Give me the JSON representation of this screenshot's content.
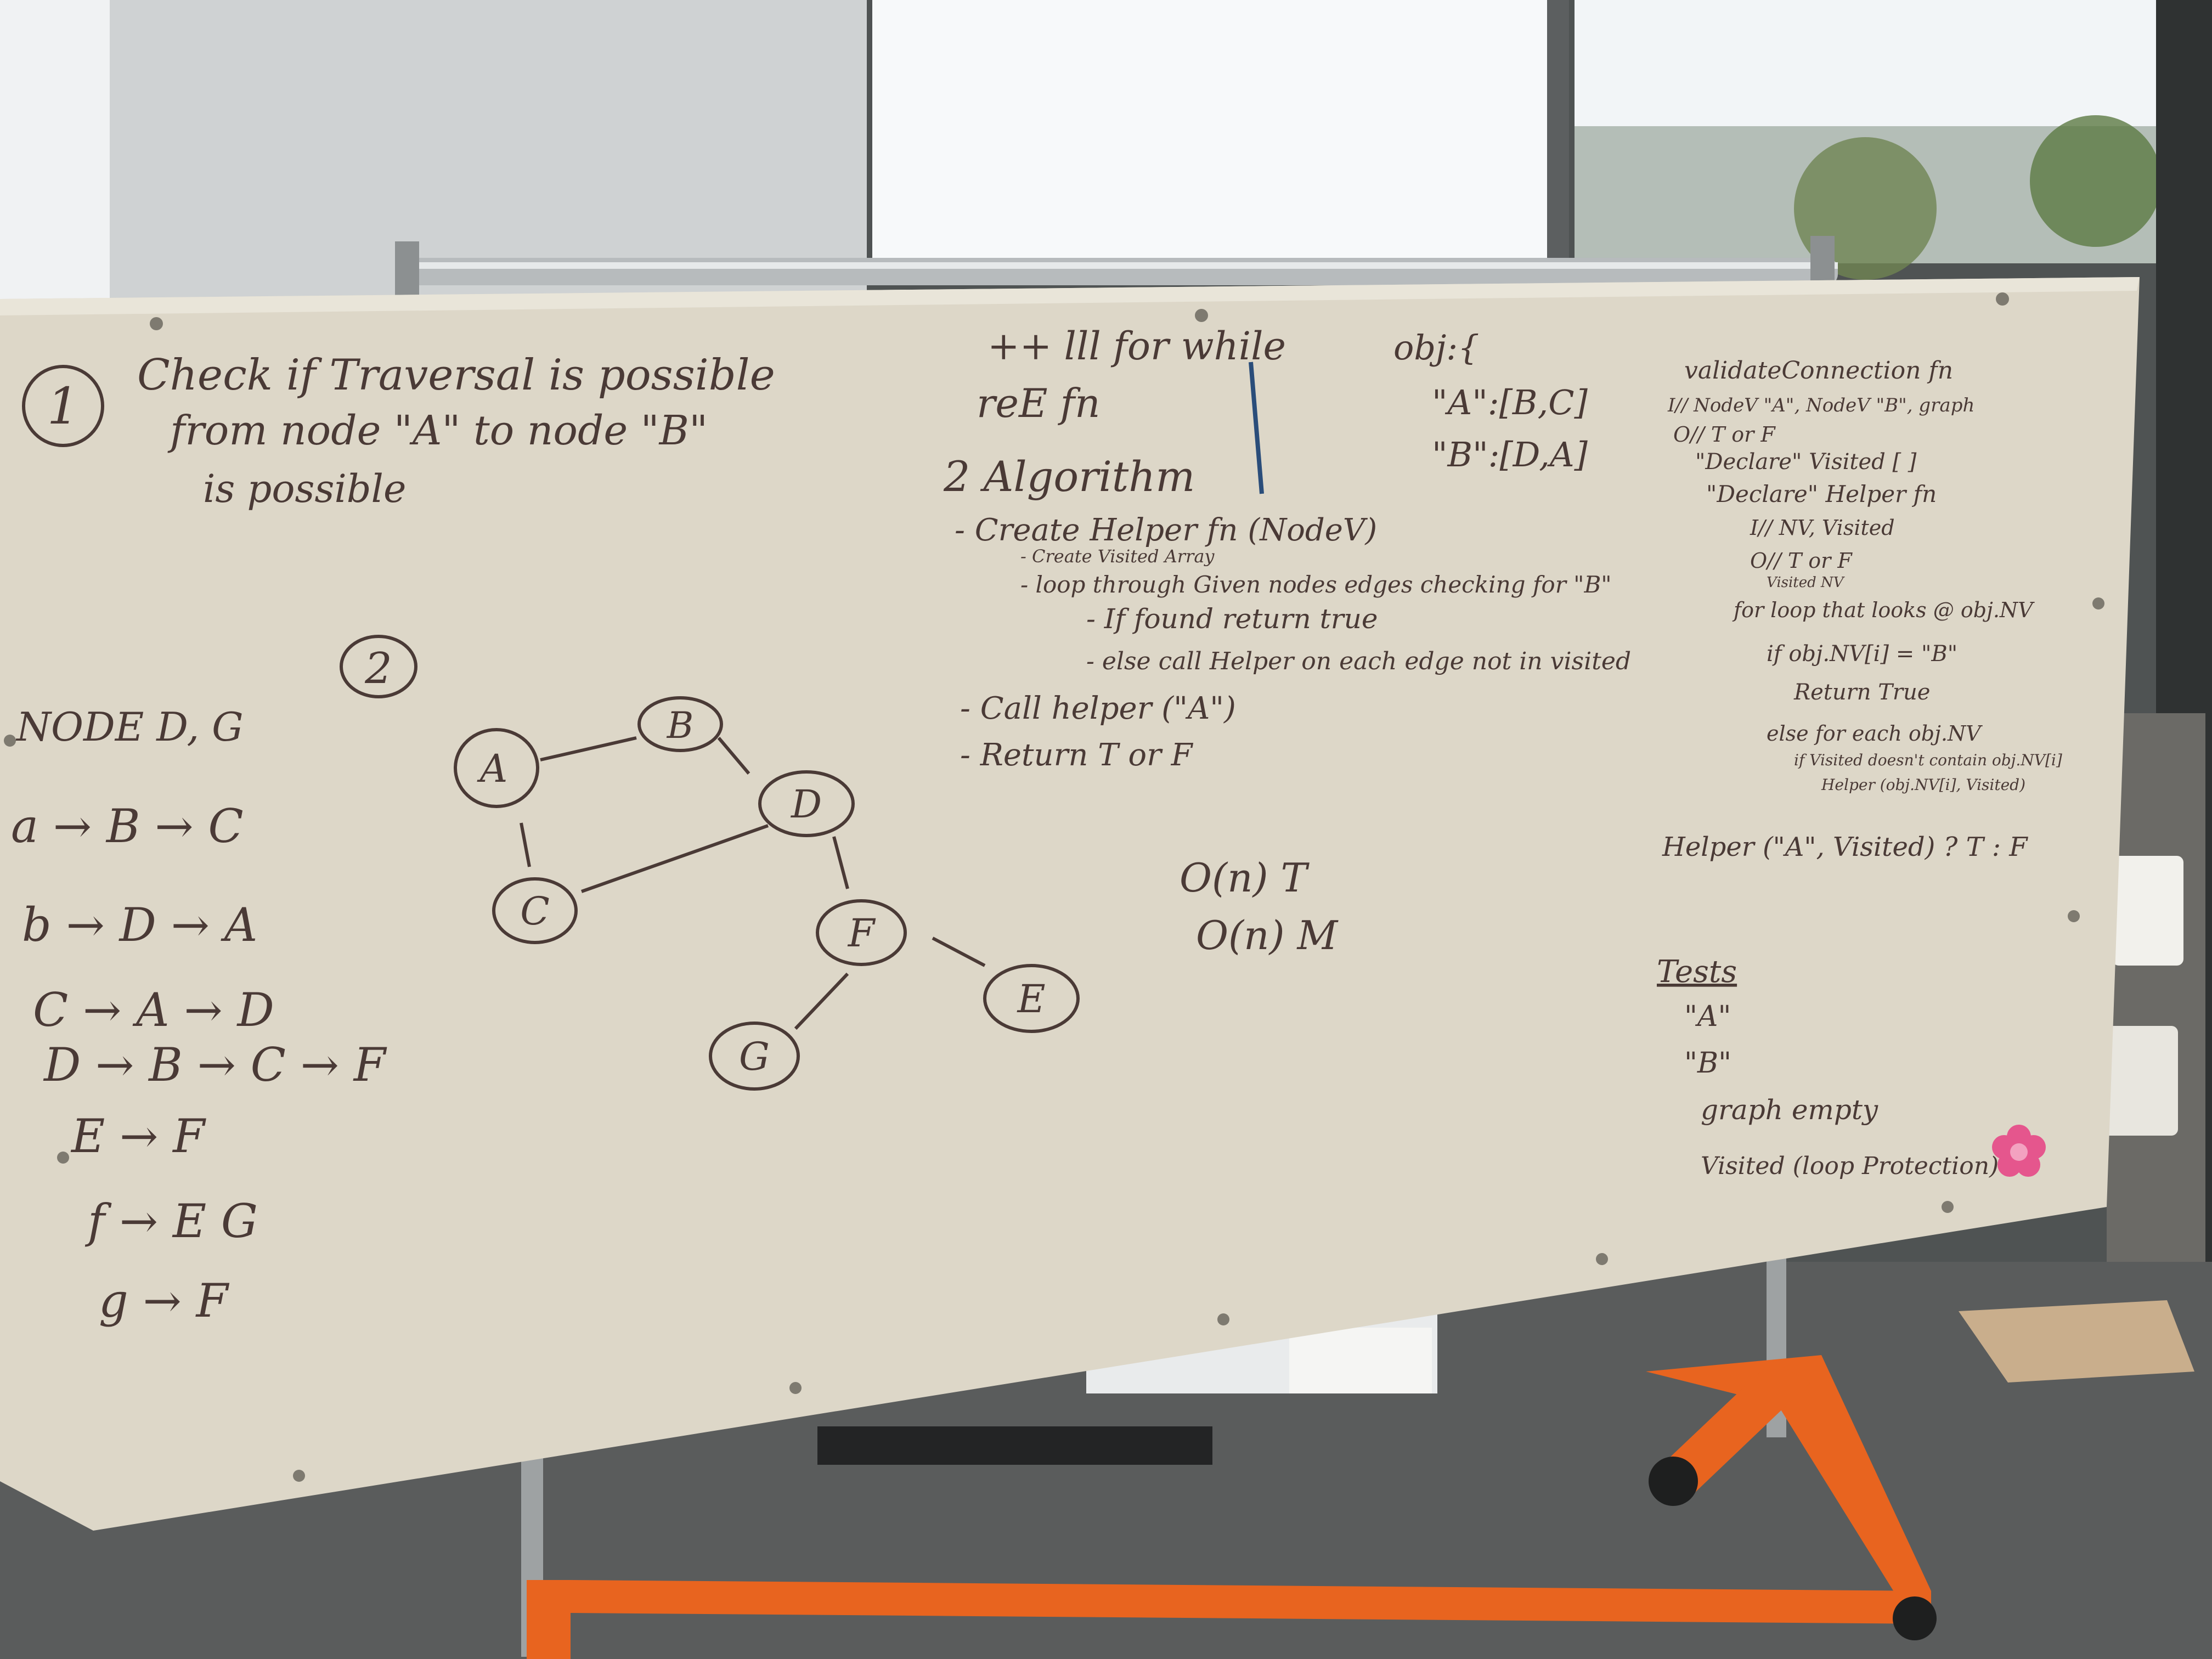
{
  "photo": {
    "colors": {
      "board": "#ddd7c8",
      "marker": "#4a3a36",
      "floor": "#5a5c5c",
      "frame": "#e8641f",
      "window": "#f7f9fa"
    }
  },
  "board": {
    "header": {
      "number": "1",
      "line1": "Check if Traversal is possible",
      "line2": "from node \"A\" to node \"B\"",
      "line3": "is possible"
    },
    "section2_number": "2",
    "node_header": "NODE D, G",
    "adjacency": [
      "a → B → C",
      "b → D → A",
      "C → A → D",
      "D → B → C → F",
      "E → F",
      "f → E G",
      "g → F"
    ],
    "graph_nodes": [
      "A",
      "B",
      "C",
      "D",
      "F",
      "E",
      "G"
    ],
    "top_notes": {
      "loops": "++ lll for while",
      "recursion": "reE fn",
      "obj_line1": "obj:{",
      "obj_line2": "\"A\":[B,C]",
      "obj_line3": "\"B\":[D,A]"
    },
    "algorithm": {
      "title": "2 Algorithm",
      "steps": [
        "- Create Helper fn (NodeV)",
        "- Create Visited Array",
        "- loop through Given nodes edges checking for \"B\"",
        "- If found return true",
        "- else call Helper on each edge not in visited",
        "- Call helper (\"A\")",
        "- Return T or F"
      ]
    },
    "complexity": [
      "O(n) T",
      "O(n) M"
    ],
    "right_column": [
      "validateConnection fn",
      "I// NodeV \"A\", NodeV \"B\", graph",
      "O// T or F",
      "\"Declare\" Visited [ ]",
      "\"Declare\" Helper fn",
      "I// NV, Visited",
      "O// T or F",
      "Visited NV",
      "for loop that looks @ obj.NV",
      "if obj.NV[i] = \"B\"",
      "Return True",
      "else for each obj.NV",
      "if Visited doesn't contain obj.NV[i]",
      "Helper (obj.NV[i], Visited)",
      "Helper (\"A\", Visited) ? T : F"
    ],
    "tests": {
      "title": "Tests",
      "items": [
        "\"A\"",
        "\"B\"",
        "graph empty",
        "Visited (loop Protection)"
      ]
    }
  }
}
